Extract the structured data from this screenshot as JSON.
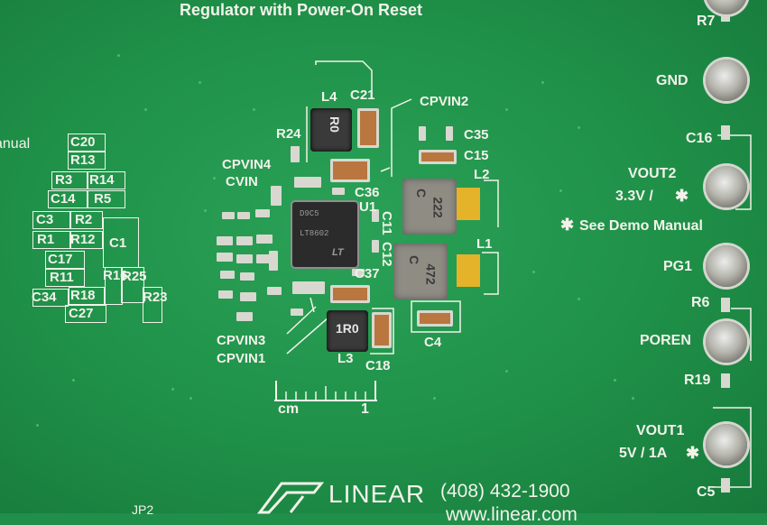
{
  "board": {
    "title": "Regulator with Power-On Reset",
    "left_fragment": "anual",
    "manual_note": "See Demo Manual",
    "manual_star": "✱",
    "scale_unit": "cm",
    "scale_one": "1",
    "bottom_left": "JP2",
    "logo_text": "LINEAR",
    "phone": "(408) 432-1900",
    "url": "www.linear.com"
  },
  "left_components": [
    "C20",
    "R13",
    "R3",
    "R14",
    "C14",
    "R5",
    "C3",
    "R2",
    "C1",
    "R1",
    "R12",
    "C17",
    "R25",
    "R11",
    "C34",
    "R18",
    "R16",
    "R23",
    "C27"
  ],
  "center_components": {
    "L4": "L4",
    "C21": "C21",
    "CPVIN2": "CPVIN2",
    "R24": "R24",
    "C35": "C35",
    "C15": "C15",
    "L2": "L2",
    "CPVIN4": "CPVIN4",
    "CVIN": "CVIN",
    "C36": "C36",
    "U1": "U1",
    "C11": "C11",
    "C12": "C12",
    "L1": "L1",
    "C37": "C37",
    "C4": "C4",
    "CPVIN3": "CPVIN3",
    "CPVIN1": "CPVIN1",
    "L3": "L3",
    "C18": "C18"
  },
  "part_marks": {
    "l4": "R0",
    "l3": "1R0",
    "l2a": "C",
    "l2b": "222",
    "l1a": "C",
    "l1b": "472",
    "u1a": "LT8602",
    "u1b": "LT",
    "u1c": "D9C5"
  },
  "right_labels": {
    "r7": "R7",
    "gnd": "GND",
    "c16": "C16",
    "vout2": "VOUT2",
    "vout2_spec": "3.3V /",
    "pg1": "PG1",
    "r6": "R6",
    "poren": "POREN",
    "r19": "R19",
    "vout1": "VOUT1",
    "vout1_spec": "5V / 1A",
    "c5": "C5"
  },
  "colors": {
    "pcb": "#1f9048",
    "silkscreen": "#f2f2ea",
    "gold": "#e4b32a"
  }
}
